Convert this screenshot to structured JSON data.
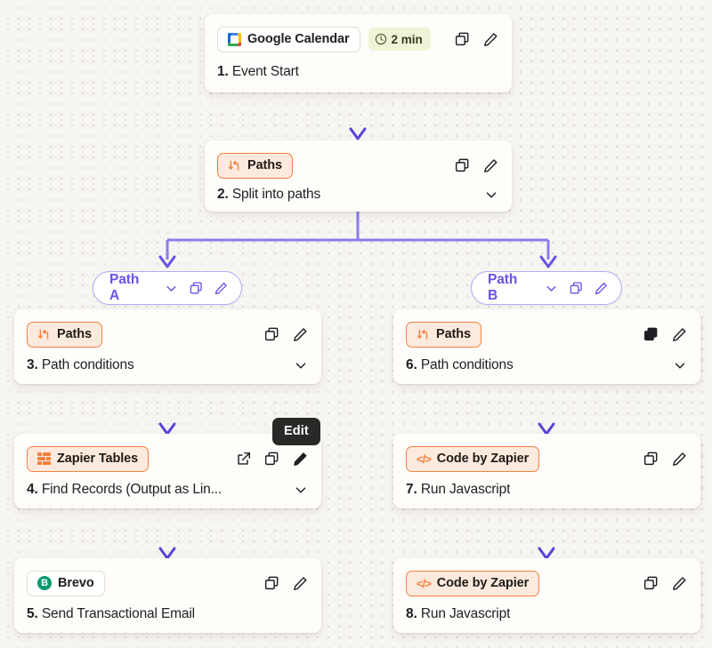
{
  "canvas": {
    "background_color": "#f7f5f1",
    "dot_color": "#dcd8d1",
    "connector_color": "#6a52e8",
    "card_color": "#fffdfa"
  },
  "tooltip": {
    "label": "Edit"
  },
  "nodes": [
    {
      "id": "step-1",
      "number": "1.",
      "title": "Event Start",
      "app": "Google Calendar",
      "app_icon": "google-calendar-icon",
      "chip_style": "plain",
      "time_badge": "2 min",
      "time_icon": "clock-icon",
      "has_chevron": false,
      "has_external_link": false,
      "copy_icon_filled": false
    },
    {
      "id": "step-2",
      "number": "2.",
      "title": "Split into paths",
      "app": "Paths",
      "app_icon": "paths-icon",
      "chip_style": "orange",
      "time_badge": null,
      "has_chevron": true,
      "has_external_link": false,
      "copy_icon_filled": false
    },
    {
      "id": "step-3",
      "number": "3.",
      "title": "Path conditions",
      "app": "Paths",
      "app_icon": "paths-icon",
      "chip_style": "orange",
      "time_badge": null,
      "has_chevron": true,
      "has_external_link": false,
      "copy_icon_filled": false
    },
    {
      "id": "step-4",
      "number": "4.",
      "title": "Find Records (Output as Lin...",
      "app": "Zapier Tables",
      "app_icon": "zapier-tables-icon",
      "chip_style": "orange",
      "time_badge": null,
      "has_chevron": true,
      "has_external_link": true,
      "copy_icon_filled": false
    },
    {
      "id": "step-5",
      "number": "5.",
      "title": "Send Transactional Email",
      "app": "Brevo",
      "app_icon": "brevo-icon",
      "chip_style": "plain",
      "time_badge": null,
      "has_chevron": false,
      "has_external_link": false,
      "copy_icon_filled": false
    },
    {
      "id": "step-6",
      "number": "6.",
      "title": "Path conditions",
      "app": "Paths",
      "app_icon": "paths-icon",
      "chip_style": "orange",
      "time_badge": null,
      "has_chevron": true,
      "has_external_link": false,
      "copy_icon_filled": true
    },
    {
      "id": "step-7",
      "number": "7.",
      "title": "Run Javascript",
      "app": "Code by Zapier",
      "app_icon": "code-icon",
      "chip_style": "orange",
      "time_badge": null,
      "has_chevron": false,
      "has_external_link": false,
      "copy_icon_filled": false
    },
    {
      "id": "step-8",
      "number": "8.",
      "title": "Run Javascript",
      "app": "Code by Zapier",
      "app_icon": "code-icon",
      "chip_style": "orange",
      "time_badge": null,
      "has_chevron": false,
      "has_external_link": false,
      "copy_icon_filled": false
    }
  ],
  "paths": [
    {
      "id": "path-a",
      "label": "Path A",
      "accent_color": "#6a52e8"
    },
    {
      "id": "path-b",
      "label": "Path B",
      "accent_color": "#6a52e8"
    }
  ]
}
